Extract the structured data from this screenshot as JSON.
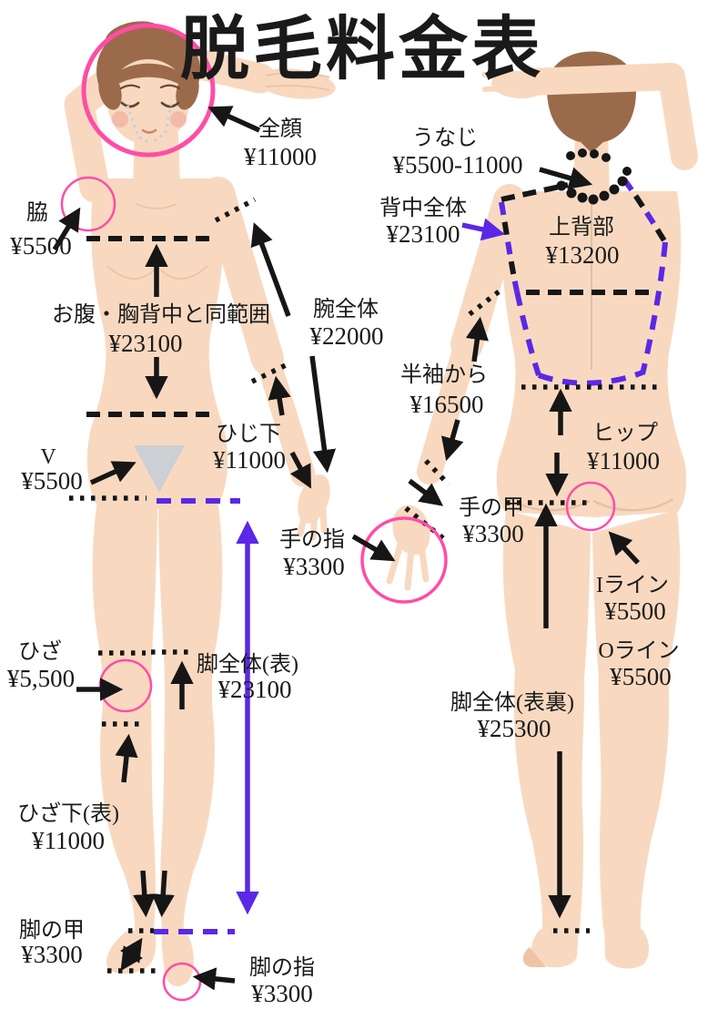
{
  "title": "脱毛料金表",
  "colors": {
    "skin": "#f8d9c0",
    "skin_shadow": "#eec4a4",
    "hair": "#9b6a4a",
    "pink_circle": "#ff4da6",
    "purple_line": "#5a28e6",
    "black_line": "#161616",
    "v_zone_gray": "#cccfd3"
  },
  "labels": {
    "zengan": {
      "name": "全顔",
      "price": "¥11000"
    },
    "unaji": {
      "name": "うなじ",
      "price": "¥5500-11000"
    },
    "waki": {
      "name": "脇",
      "price": "¥5500"
    },
    "onaka": {
      "name": "お腹・胸背中と同範囲",
      "price": "¥23100"
    },
    "ude_zentai": {
      "name": "腕全体",
      "price": "¥22000"
    },
    "hiji_shita": {
      "name": "ひじ下",
      "price": "¥11000"
    },
    "v_line": {
      "name": "V",
      "price": "¥5500"
    },
    "te_no_yubi": {
      "name": "手の指",
      "price": "¥3300"
    },
    "hiza": {
      "name": "ひざ",
      "price": "¥5,500"
    },
    "ashi_zentai_omote": {
      "name": "脚全体(表)",
      "price": "¥23100"
    },
    "hiza_shita_omote": {
      "name": "ひざ下(表)",
      "price": "¥11000"
    },
    "ashi_no_kou": {
      "name": "脚の甲",
      "price": "¥3300"
    },
    "ashi_no_yubi": {
      "name": "脚の指",
      "price": "¥3300"
    },
    "senaka_zentai": {
      "name": "背中全体",
      "price": "¥23100"
    },
    "jou_haibu": {
      "name": "上背部",
      "price": "¥13200"
    },
    "hansode_kara": {
      "name": "半袖から",
      "price": "¥16500"
    },
    "te_no_kou": {
      "name": "手の甲",
      "price": "¥3300"
    },
    "hip": {
      "name": "ヒップ",
      "price": "¥11000"
    },
    "i_line": {
      "name": "Iライン",
      "price": "¥5500"
    },
    "o_line": {
      "name": "Oライン",
      "price": "¥5500"
    },
    "ashi_zentai_omoteura": {
      "name": "脚全体(表裏)",
      "price": "¥25300"
    }
  }
}
